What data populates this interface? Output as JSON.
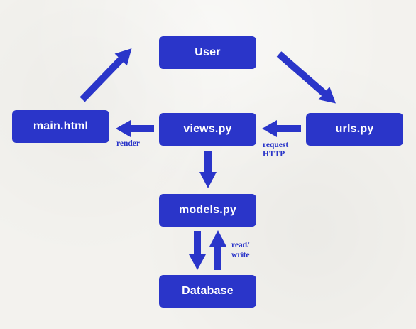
{
  "nodes": {
    "user": "User",
    "main_html": "main.html",
    "views": "views.py",
    "urls": "urls.py",
    "models": "models.py",
    "database": "Database"
  },
  "edge_labels": {
    "render": "render",
    "request": "request",
    "http": "HTTP",
    "read": "read/",
    "write": "write"
  },
  "colors": {
    "node_fill": "#2a35c9",
    "node_text": "#ffffff",
    "arrow": "#2a35c9",
    "background": "#f3f2ee"
  }
}
